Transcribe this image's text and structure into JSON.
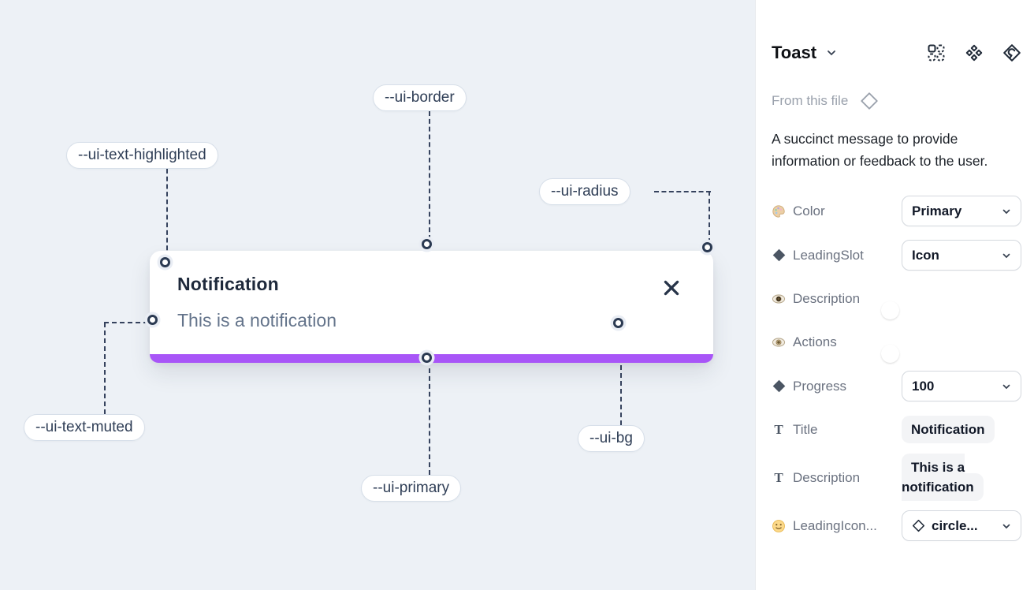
{
  "canvas": {
    "toast": {
      "title": "Notification",
      "description": "This is a notification"
    },
    "annotations": [
      {
        "id": "ui-border",
        "label": "--ui-border"
      },
      {
        "id": "ui-text-highlighted",
        "label": "--ui-text-highlighted"
      },
      {
        "id": "ui-radius",
        "label": "--ui-radius"
      },
      {
        "id": "ui-text-muted",
        "label": "--ui-text-muted"
      },
      {
        "id": "ui-primary",
        "label": "--ui-primary"
      },
      {
        "id": "ui-bg",
        "label": "--ui-bg"
      }
    ],
    "colors": {
      "primary_bar": "#a855f7",
      "canvas_bg": "#edf1f6"
    }
  },
  "panel": {
    "title": "Toast",
    "source": "From this file",
    "description": "A succinct message to provide information or feedback to the user.",
    "properties": [
      {
        "icon": "palette-icon",
        "label": "Color",
        "control": "select",
        "value": "Primary"
      },
      {
        "icon": "diamond-icon",
        "label": "LeadingSlot",
        "control": "select",
        "value": "Icon"
      },
      {
        "icon": "eye-icon",
        "label": "Description",
        "control": "toggle",
        "value": "on"
      },
      {
        "icon": "eye-icon",
        "label": "Actions",
        "control": "toggle",
        "value": "on"
      },
      {
        "icon": "diamond-icon",
        "label": "Progress",
        "control": "select",
        "value": "100"
      },
      {
        "icon": "text-icon",
        "label": "Title",
        "control": "text",
        "value": "Notification"
      },
      {
        "icon": "text-icon",
        "label": "Description",
        "control": "text",
        "value": "This is a notification"
      },
      {
        "icon": "smiley-icon",
        "label": "LeadingIcon...",
        "control": "select",
        "value": "circle..."
      }
    ],
    "colors": {
      "toggle_on": "#2196f3"
    }
  }
}
